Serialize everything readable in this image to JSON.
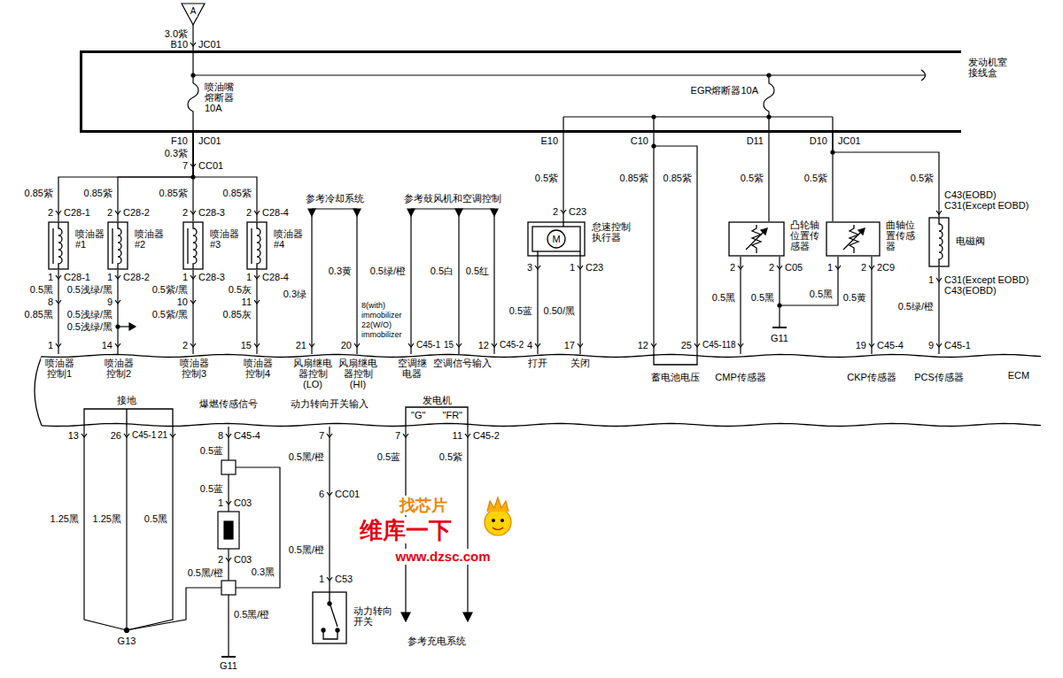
{
  "diagram": {
    "nodes": [
      {
        "text": [
          "发动机室接线盒"
        ]
      },
      {
        "text": [
          "喷油器 #1"
        ]
      },
      {
        "text": [
          "喷油器 #2"
        ]
      },
      {
        "text": [
          "喷油器 #3"
        ]
      },
      {
        "text": [
          "喷油器 #4"
        ]
      },
      {
        "text": [
          "怠速控制执行器",
          "M"
        ]
      },
      {
        "text": [
          "凸轮轴位置传感器"
        ]
      },
      {
        "text": [
          "曲轴位置传感器"
        ]
      },
      {
        "text": [
          "电磁阀"
        ]
      },
      {
        "text": [
          "ECM",
          "喷油器控制1",
          "喷油器控制2",
          "喷油器控制3",
          "喷油器控制4",
          "风扇继电器控制(LO)",
          "风扇继电器控制(HI)",
          "空调继电器",
          "空调信号输入",
          "打开",
          "关闭",
          "蓄电池电压",
          "CMP传感器",
          "CKP传感器",
          "PCS传感器",
          "接地",
          "爆燃传感信号",
          "动力转向开关输入",
          "发电机",
          "\"G\"",
          "\"FR\""
        ]
      },
      {
        "text": [
          "动力转向开关"
        ]
      }
    ],
    "edges": [
      {
        "from": 0,
        "to": 1,
        "arrow": "none"
      },
      {
        "from": 0,
        "to": 2,
        "arrow": "none"
      },
      {
        "from": 0,
        "to": 3,
        "arrow": "none"
      },
      {
        "from": 0,
        "to": 4,
        "arrow": "none"
      },
      {
        "from": 0,
        "to": 5,
        "arrow": "none"
      },
      {
        "from": 0,
        "to": 6,
        "arrow": "none"
      },
      {
        "from": 0,
        "to": 7,
        "arrow": "none"
      },
      {
        "from": 0,
        "to": 8,
        "arrow": "none"
      },
      {
        "from": 0,
        "to": 9,
        "arrow": "none"
      },
      {
        "from": 1,
        "to": 9,
        "arrow": "none"
      },
      {
        "from": 2,
        "to": 9,
        "arrow": "none"
      },
      {
        "from": 3,
        "to": 9,
        "arrow": "none"
      },
      {
        "from": 4,
        "to": 9,
        "arrow": "none"
      },
      {
        "from": 5,
        "to": 9,
        "arrow": "none"
      },
      {
        "from": 5,
        "to": 9,
        "arrow": "none"
      },
      {
        "from": 6,
        "to": 9,
        "arrow": "none"
      },
      {
        "from": 7,
        "to": 9,
        "arrow": "none"
      },
      {
        "from": 8,
        "to": 9,
        "arrow": "none"
      },
      {
        "from": 9,
        "to": 10,
        "arrow": "none"
      }
    ],
    "labels": [
      "A",
      "3.0紫",
      "B10",
      "JC01",
      "喷油嘴熔断器10A",
      "EGR熔断器10A",
      "F10",
      "JC01",
      "0.3紫",
      "7",
      "CC01",
      "0.85紫",
      "2",
      "C28-1",
      "1",
      "C28-1",
      "0.5黑",
      "8",
      "0.85黑",
      "1",
      "0.85紫",
      "2",
      "C28-2",
      "1",
      "C28-2",
      "0.5浅绿/黑",
      "9",
      "0.5浅绿/黑",
      "0.5浅绿/黑",
      "14",
      "0.85紫",
      "2",
      "C28-3",
      "1",
      "C28-3",
      "0.5紫/黑",
      "10",
      "0.5紫/黑",
      "2",
      "0.85紫",
      "2",
      "C28-4",
      "1",
      "C28-4",
      "0.5灰",
      "11",
      "0.85灰",
      "15",
      "参考冷却系统",
      "参考鼓风机和空调控制",
      "0.3绿",
      "0.3黄",
      "0.5绿/橙",
      "0.5白",
      "0.5红",
      "21",
      "20",
      "8(with)",
      "immobilizer",
      "22(W/O)",
      "immobilizer",
      "C45-1",
      "15",
      "12",
      "C45-2",
      "E10",
      "0.5紫",
      "2",
      "C23",
      "3",
      "1",
      "C23",
      "0.5蓝",
      "0.50/黑",
      "4",
      "17",
      "C10",
      "0.85紫",
      "0.85紫",
      "12",
      "25",
      "C45-118",
      "D11",
      "0.5紫",
      "2",
      "2",
      "C05",
      "0.5黑",
      "0.5黑",
      "G11",
      "D10",
      "JC01",
      "0.5紫",
      "1",
      "2",
      "2C9",
      "0.5黑",
      "0.5黄",
      "19",
      "C45-4",
      "0.5紫",
      "C43(EOBD)",
      "C31(Except EOBD)",
      "1",
      "C31(Except EOBD)",
      "C43(EOBD)",
      "0.5绿/橙",
      "9",
      "C45-1",
      "13",
      "26",
      "C45-1",
      "21",
      "8",
      "C45-4",
      "7",
      "7",
      "11",
      "C45-2",
      "1.25黑",
      "1.25黑",
      "0.5黑",
      "G13",
      "0.5蓝",
      "0.5蓝",
      "1",
      "C03",
      "2",
      "C03",
      "0.5黑/橙",
      "0.3黑",
      "0.5黑/橙",
      "G11",
      "0.5黑/橙",
      "6",
      "CC01",
      "0.5黑/橙",
      "1",
      "C53",
      "0.5蓝",
      "0.5紫",
      "参考充电系统",
      "找芯片",
      "维库一下",
      "www.dzsc.com"
    ]
  }
}
